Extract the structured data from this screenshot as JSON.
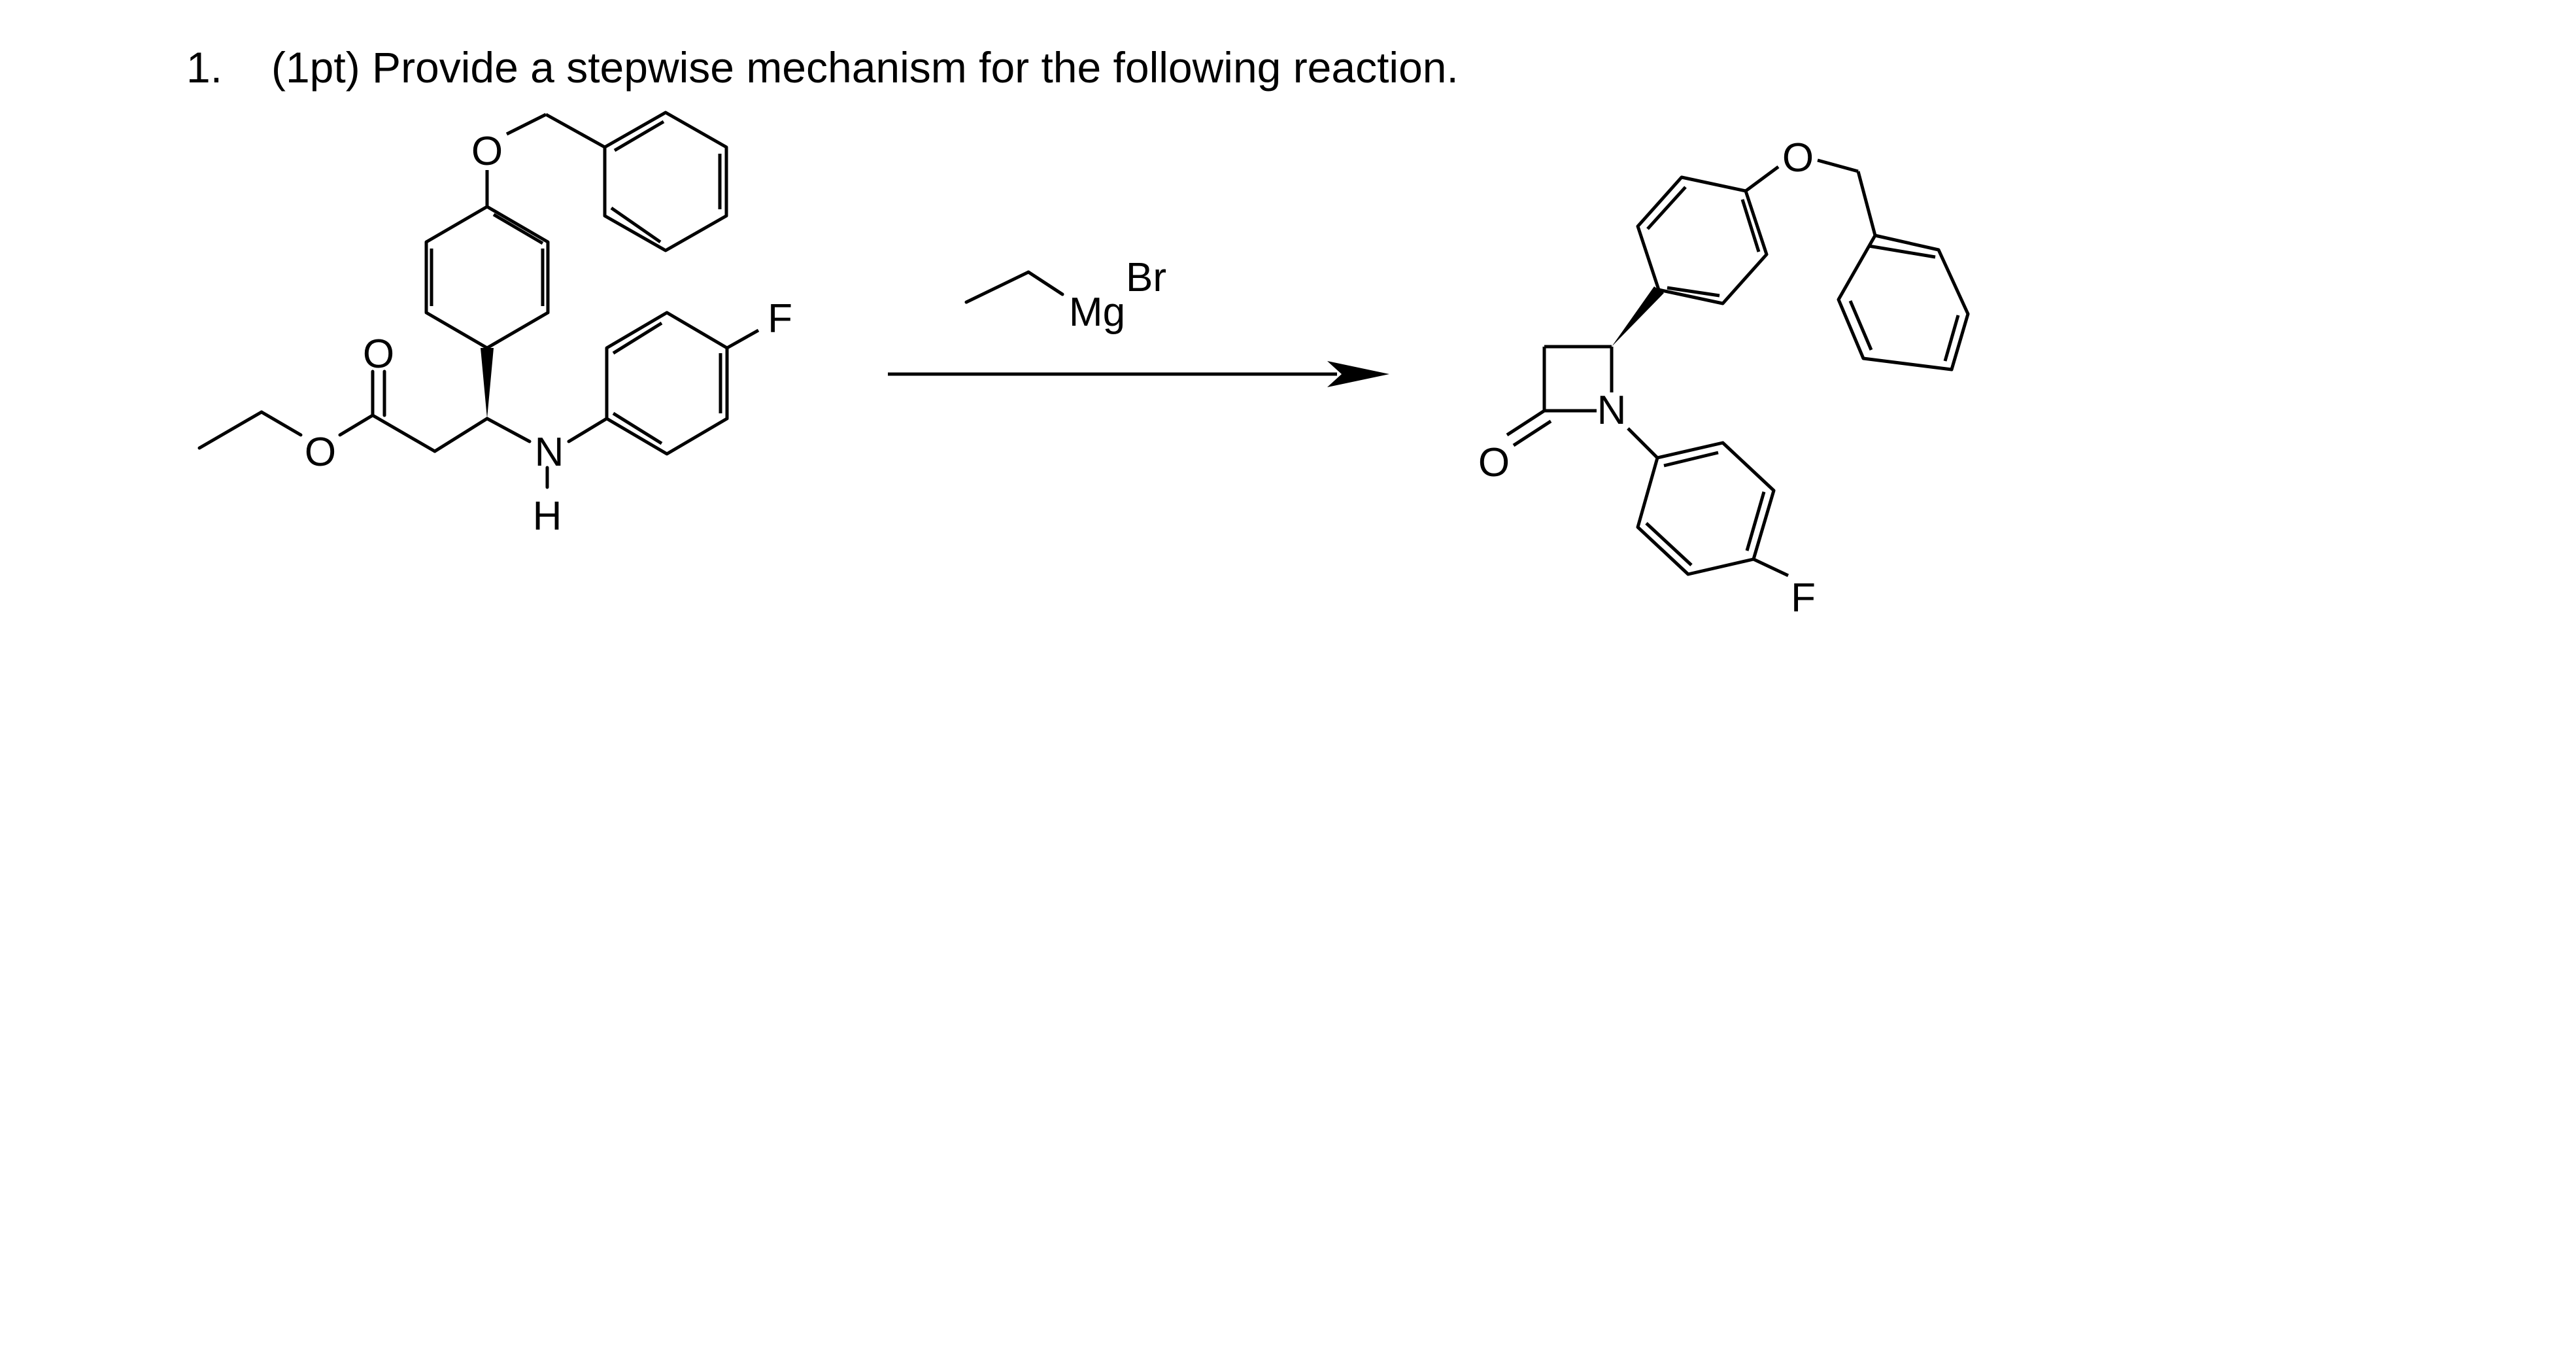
{
  "question": {
    "number": "1.",
    "text": "(1pt) Provide a stepwise mechanism for the following reaction."
  },
  "reactant": {
    "atoms": {
      "o_ether": "O",
      "o_carbonyl": "O",
      "o_ester": "O",
      "n": "N",
      "h": "H",
      "f": "F"
    }
  },
  "reagent": {
    "metal": "Mg",
    "halide": "Br"
  },
  "product": {
    "atoms": {
      "o_ether": "O",
      "o_carbonyl": "O",
      "n": "N",
      "f": "F"
    }
  }
}
